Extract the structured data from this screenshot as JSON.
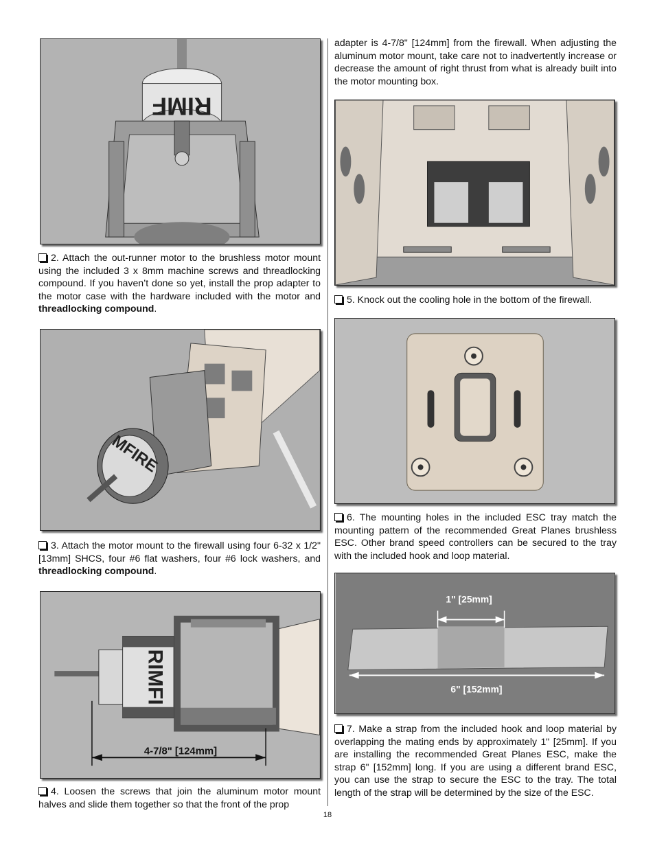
{
  "page_number": "18",
  "steps": {
    "s2": {
      "text": "2. Attach the out-runner motor to the brushless motor mount using the included 3 x 8mm machine screws and threadlocking compound. If you haven’t done so yet, install the prop adapter to the motor case with the hardware included with the motor and ",
      "bold": "threadlocking compound",
      "tail": "."
    },
    "s3": {
      "text": "3. Attach the motor mount to the firewall using four 6-32 x 1/2\" [13mm] SHCS, four #6 flat washers, four #6 lock washers, and ",
      "bold": "threadlocking compound",
      "tail": "."
    },
    "s4": {
      "text": "4. Loosen the screws that join the aluminum motor mount halves and slide them together so that the front of the prop",
      "continued": "adapter is 4-7/8\" [124mm] from the firewall. When adjusting the aluminum motor mount, take care not to inadvertently increase or decrease the amount of right thrust from what is already built into the motor mounting box."
    },
    "s5": {
      "text": "5. Knock out the cooling hole in the bottom of the firewall."
    },
    "s6": {
      "text": "6. The mounting holes in the included ESC tray match the mounting pattern of the recommended Great Planes brushless ESC. Other brand speed controllers can be secured to the tray with the included hook and loop material."
    },
    "s7": {
      "text": "7. Make a strap from the included hook and loop material by overlapping the mating ends by approximately 1\" [25mm]. If you are installing the recommended Great Planes ESC, make the strap 6\" [152mm] long. If you are using a different brand ESC, you can use the strap to secure the ESC to the tray. The total length of the strap will be determined by the size of the ESC."
    }
  },
  "photos": {
    "motor_top": {
      "label_text": "RIMF"
    },
    "motor_mounted": {
      "label_text": "MFIRE"
    },
    "motor_side": {
      "label_text": "RIMFI",
      "dimension": "4-7/8\" [124mm]"
    },
    "strap": {
      "overlap_label": "1\" [25mm]",
      "length_label": "6\" [152mm]"
    }
  }
}
